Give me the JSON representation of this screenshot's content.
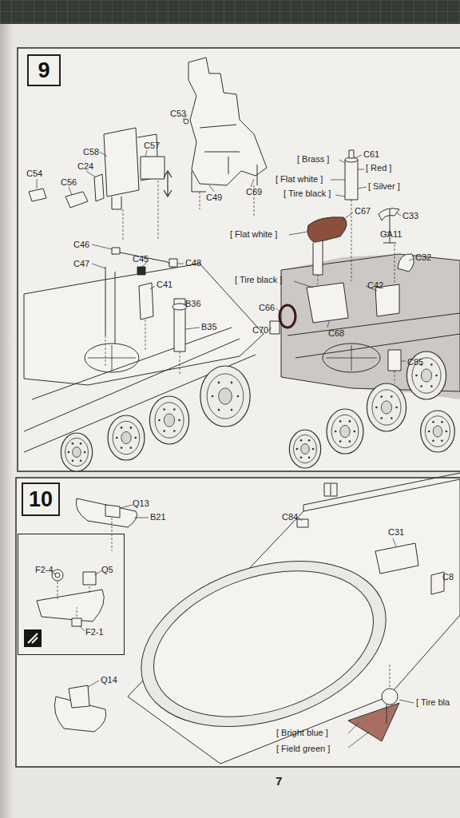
{
  "diagram": {
    "nodes": [
      {
        "text": [
          "9"
        ]
      },
      {
        "text": [
          "10"
        ]
      },
      {
        "text": [
          "F2-4",
          "Q5",
          "F2-1"
        ]
      }
    ],
    "labels": [
      "C53",
      "C58",
      "C57",
      "C54",
      "C24",
      "C56",
      "C49",
      "C69",
      "[ Brass ]",
      "C61",
      "[ Red ]",
      "[ Flat white ]",
      "[ Silver ]",
      "[ Tire black ]",
      "C67",
      "C33",
      "[ Flat white ]",
      "GA11",
      "C32",
      "C46",
      "C45",
      "C48",
      "C47",
      "C41",
      "[ Tire black ]",
      "C42",
      "B36",
      "C66",
      "B35",
      "C70",
      "C68",
      "C85",
      "Q13",
      "B21",
      "C84",
      "C31",
      "C8",
      "Q14",
      "[ Tire bla",
      "[ Bright blue ]",
      "[ Field green ]",
      "7"
    ]
  }
}
